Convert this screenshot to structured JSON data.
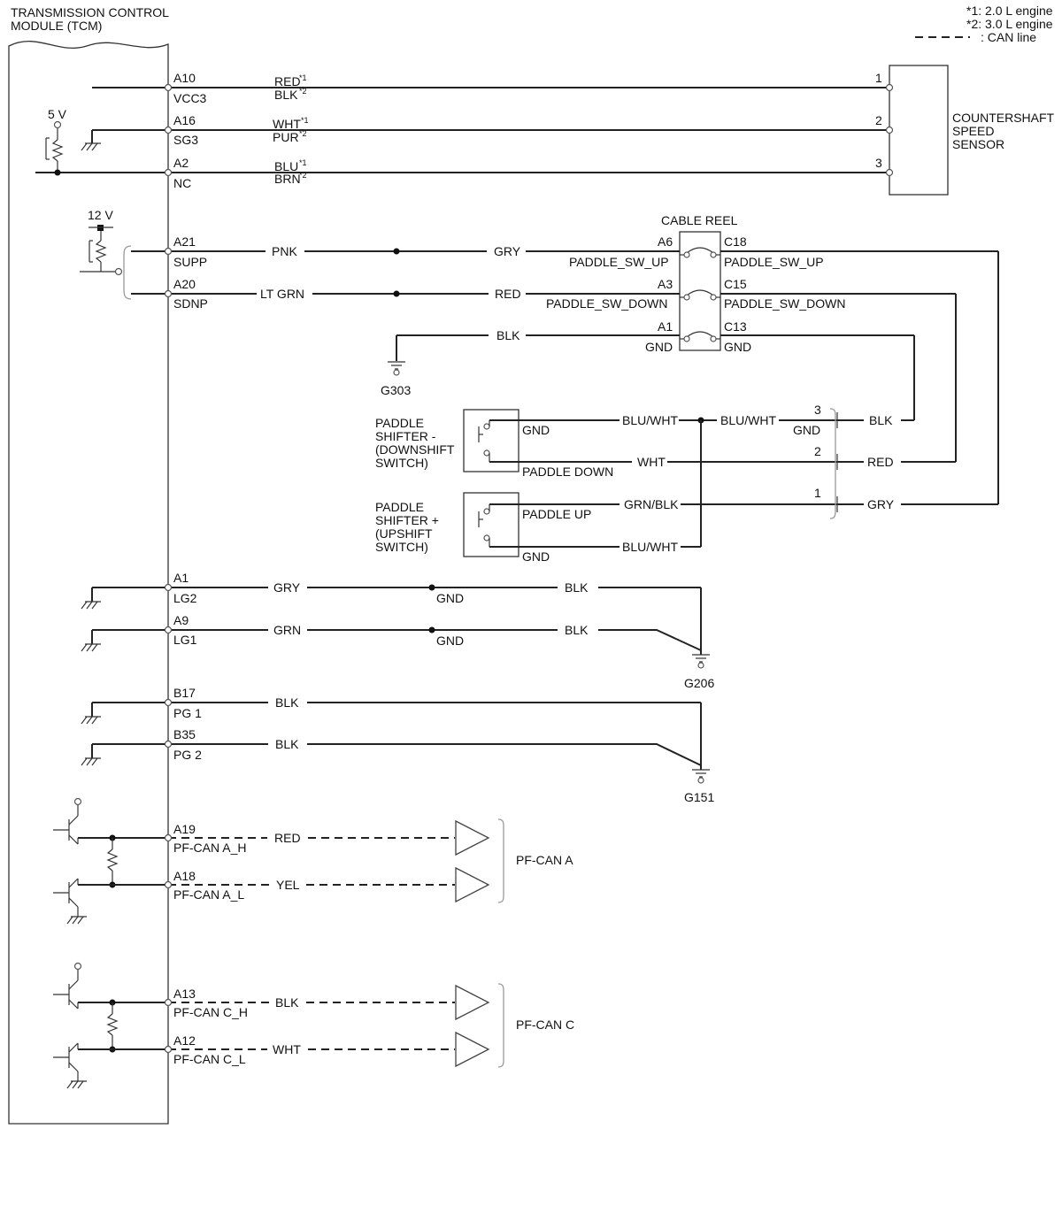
{
  "tcm_title": [
    "TRANSMISSION CONTROL",
    "MODULE (TCM)"
  ],
  "notes": {
    "n1": "*1: 2.0 L engine",
    "n2": "*2: 3.0 L engine",
    "can_line": ": CAN line"
  },
  "supply_5v": "5 V",
  "supply_12v": "12 V",
  "sensor": {
    "name": [
      "COUNTERSHAFT",
      "SPEED",
      "SENSOR"
    ],
    "pins": [
      "1",
      "2",
      "3"
    ]
  },
  "sensor_rows": [
    {
      "pin": "A10",
      "sig": "VCC3",
      "c1": "RED",
      "c2": "BLK"
    },
    {
      "pin": "A16",
      "sig": "SG3",
      "c1": "WHT",
      "c2": "PUR"
    },
    {
      "pin": "A2",
      "sig": "NC",
      "c1": "BLU",
      "c2": "BRN"
    }
  ],
  "sup_marks": {
    "m1": "*1",
    "m2": "*2"
  },
  "cable_reel": {
    "title": "CABLE REEL",
    "rows": [
      {
        "tcm_pin": "A21",
        "tcm_sig": "SUPP",
        "w1": "PNK",
        "w2": "GRY",
        "l_pin": "A6",
        "l_sig": "PADDLE_SW_UP",
        "r_pin": "C18",
        "r_sig": "PADDLE_SW_UP"
      },
      {
        "tcm_pin": "A20",
        "tcm_sig": "SDNP",
        "w1": "LT GRN",
        "w2": "RED",
        "l_pin": "A3",
        "l_sig": "PADDLE_SW_DOWN",
        "r_pin": "C15",
        "r_sig": "PADDLE_SW_DOWN"
      },
      {
        "w2": "BLK",
        "l_pin": "A1",
        "l_sig": "GND",
        "r_pin": "C13",
        "r_sig": "GND"
      }
    ],
    "ground": "G303"
  },
  "paddles": {
    "down_name": [
      "PADDLE",
      "SHIFTER -",
      "(DOWNSHIFT",
      "SWITCH)"
    ],
    "up_name": [
      "PADDLE",
      "SHIFTER +",
      "(UPSHIFT",
      "SWITCH)"
    ],
    "gnd": "GND",
    "paddle_down": "PADDLE DOWN",
    "paddle_up": "PADDLE UP",
    "w_bluwht": "BLU/WHT",
    "w_wht": "WHT",
    "w_grnblk": "GRN/BLK",
    "conn_pins": [
      "3",
      "2",
      "1"
    ],
    "conn_gnd": "GND",
    "conn_colors": [
      "BLK",
      "RED",
      "GRY"
    ]
  },
  "grounds_lg": {
    "rows": [
      {
        "pin": "A1",
        "sig": "LG2",
        "w1": "GRY",
        "mid": "GND",
        "w2": "BLK"
      },
      {
        "pin": "A9",
        "sig": "LG1",
        "w1": "GRN",
        "mid": "GND",
        "w2": "BLK"
      }
    ],
    "ground": "G206"
  },
  "grounds_pg": {
    "rows": [
      {
        "pin": "B17",
        "sig": "PG 1",
        "w1": "BLK"
      },
      {
        "pin": "B35",
        "sig": "PG 2",
        "w1": "BLK"
      }
    ],
    "ground": "G151"
  },
  "can_a": {
    "name": "PF-CAN A",
    "rows": [
      {
        "pin": "A19",
        "sig": "PF-CAN A_H",
        "color": "RED"
      },
      {
        "pin": "A18",
        "sig": "PF-CAN A_L",
        "color": "YEL"
      }
    ]
  },
  "can_c": {
    "name": "PF-CAN C",
    "rows": [
      {
        "pin": "A13",
        "sig": "PF-CAN C_H",
        "color": "BLK"
      },
      {
        "pin": "A12",
        "sig": "PF-CAN C_L",
        "color": "WHT"
      }
    ]
  }
}
